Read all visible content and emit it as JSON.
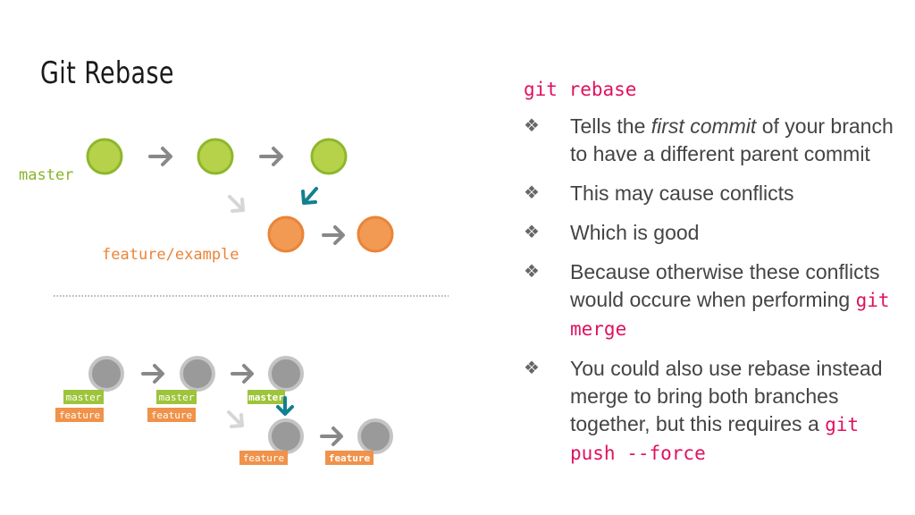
{
  "title": "Git Rebase",
  "diagram_top": {
    "master_label": "master",
    "feature_label": "feature/example"
  },
  "diagram_bottom": {
    "badges": {
      "master_1": "master",
      "master_2": "master",
      "master_3": "master",
      "feature_1": "feature",
      "feature_2": "feature",
      "feature_3": "feature",
      "feature_4": "feature"
    }
  },
  "right": {
    "command": "git rebase",
    "bullet_glyph": "❖",
    "b1_before": "Tells the ",
    "b1_em": "first commit",
    "b1_after": " of your branch to have a different parent commit",
    "b2": "This may cause conflicts",
    "b3": "Which is good",
    "b4_text": "Because otherwise these conflicts would occure when performing ",
    "b4_code": "git merge",
    "b5_text": "You could also use rebase instead merge to bring both branches together, but this requires a ",
    "b5_code": "git push --force"
  },
  "colors": {
    "master_green": "#9dc43a",
    "feature_orange": "#f0924a",
    "gray_node": "#9a9a9a",
    "code_pink": "#e0115f",
    "teal_arrow": "#12808f"
  }
}
